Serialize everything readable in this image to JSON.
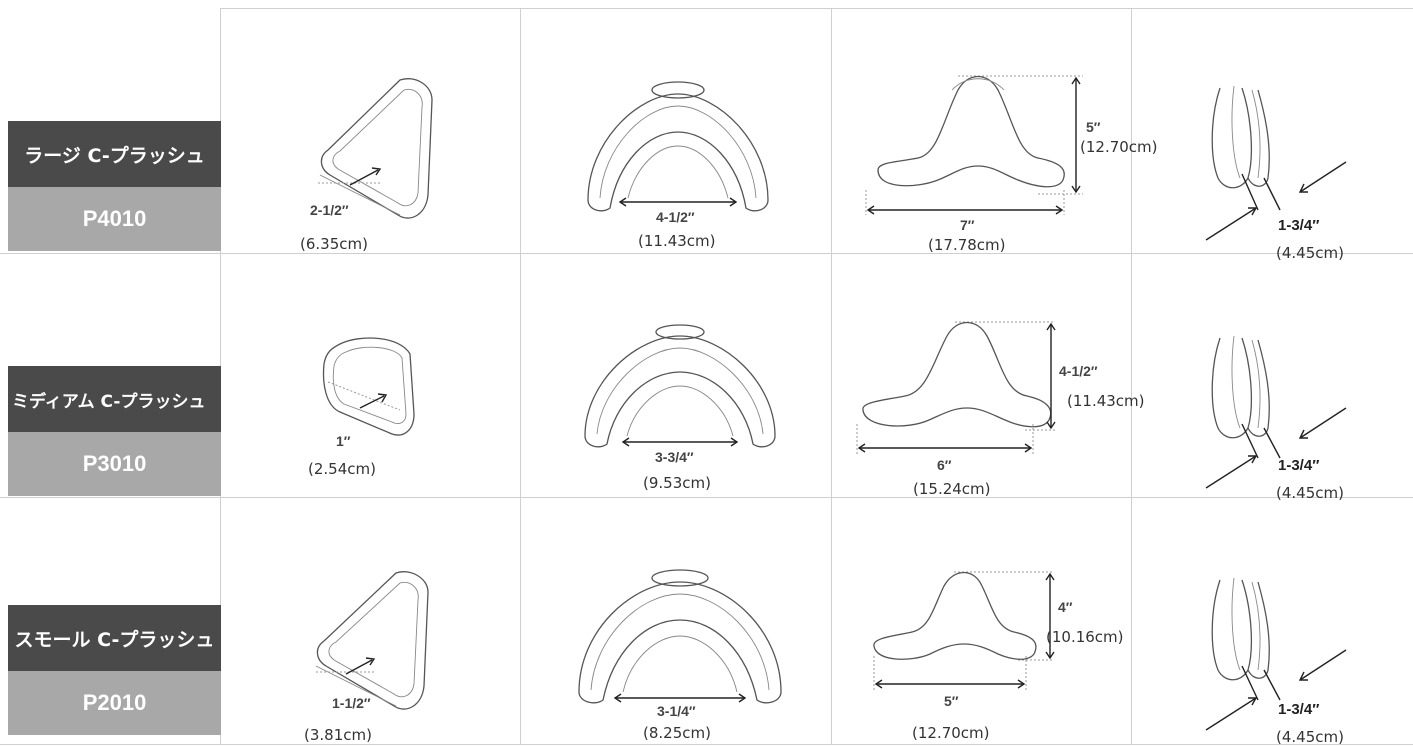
{
  "rows": [
    {
      "name": "ラージ C-プラッシュ",
      "code": "P4010",
      "depth": {
        "in": "2-1/2″",
        "cm": "(6.35cm)"
      },
      "width": {
        "in": "4-1/2″",
        "cm": "(11.43cm)"
      },
      "height": {
        "in": "5″",
        "cm": "(12.70cm)"
      },
      "span": {
        "in": "7″",
        "cm": "(17.78cm)"
      },
      "thickness": {
        "in": "1-3/4″",
        "cm": "(4.45cm)"
      }
    },
    {
      "name": "ミディアム C-プラッシュ",
      "code": "P3010",
      "depth": {
        "in": "1″",
        "cm": "(2.54cm)"
      },
      "width": {
        "in": "3-3/4″",
        "cm": "(9.53cm)"
      },
      "height": {
        "in": "4-1/2″",
        "cm": "(11.43cm)"
      },
      "span": {
        "in": "6″",
        "cm": "(15.24cm)"
      },
      "thickness": {
        "in": "1-3/4″",
        "cm": "(4.45cm)"
      }
    },
    {
      "name": "スモール C-プラッシュ",
      "code": "P2010",
      "depth": {
        "in": "1-1/2″",
        "cm": "(3.81cm)"
      },
      "width": {
        "in": "3-1/4″",
        "cm": "(8.25cm)"
      },
      "height": {
        "in": "4″",
        "cm": "(10.16cm)"
      },
      "span": {
        "in": "5″",
        "cm": "(12.70cm)"
      },
      "thickness": {
        "in": "1-3/4″",
        "cm": "(4.45cm)"
      }
    }
  ]
}
